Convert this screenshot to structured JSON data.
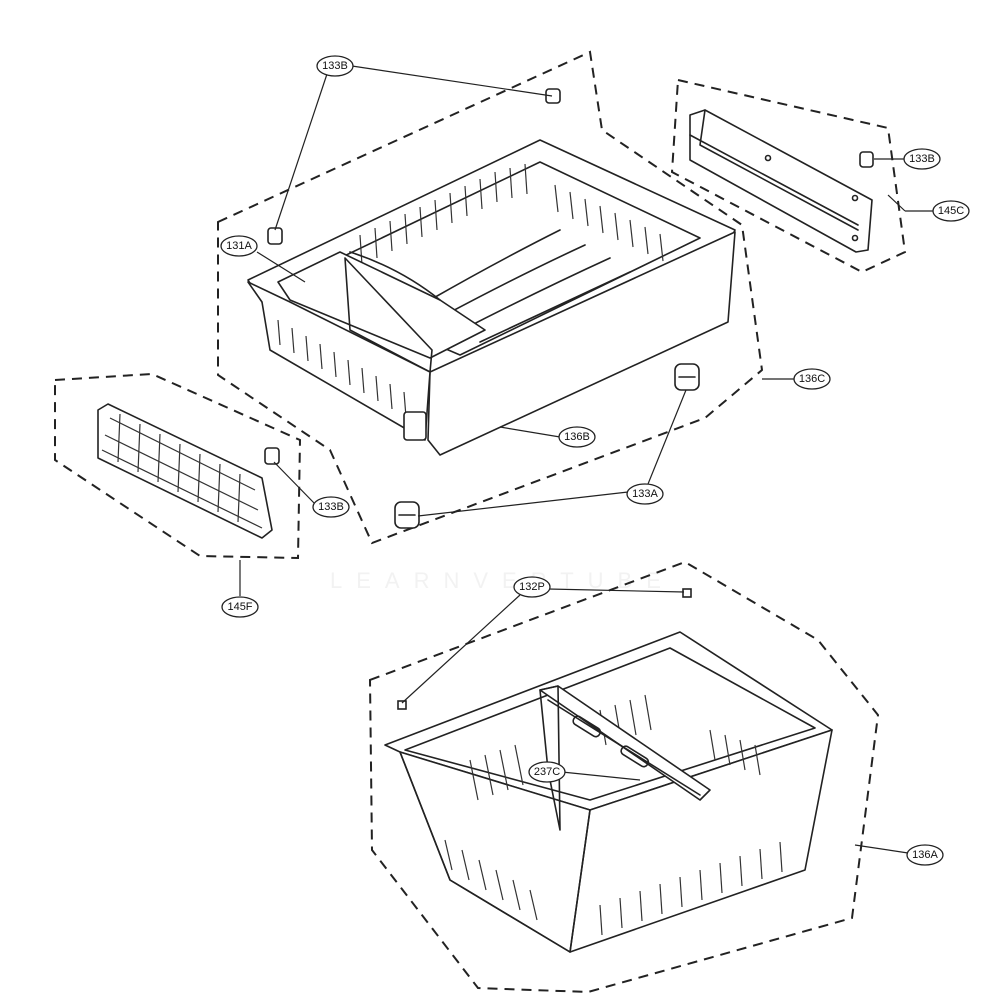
{
  "diagram": {
    "watermark": "LEARNVERTUBE",
    "callouts": [
      {
        "id": "133B-top",
        "label": "133B"
      },
      {
        "id": "131A",
        "label": "131A"
      },
      {
        "id": "133B-right",
        "label": "133B"
      },
      {
        "id": "145C",
        "label": "145C"
      },
      {
        "id": "136C",
        "label": "136C"
      },
      {
        "id": "136B",
        "label": "136B"
      },
      {
        "id": "133A",
        "label": "133A"
      },
      {
        "id": "133B-left",
        "label": "133B"
      },
      {
        "id": "145F",
        "label": "145F"
      },
      {
        "id": "132P",
        "label": "132P"
      },
      {
        "id": "237C",
        "label": "237C"
      },
      {
        "id": "136A",
        "label": "136A"
      }
    ]
  }
}
